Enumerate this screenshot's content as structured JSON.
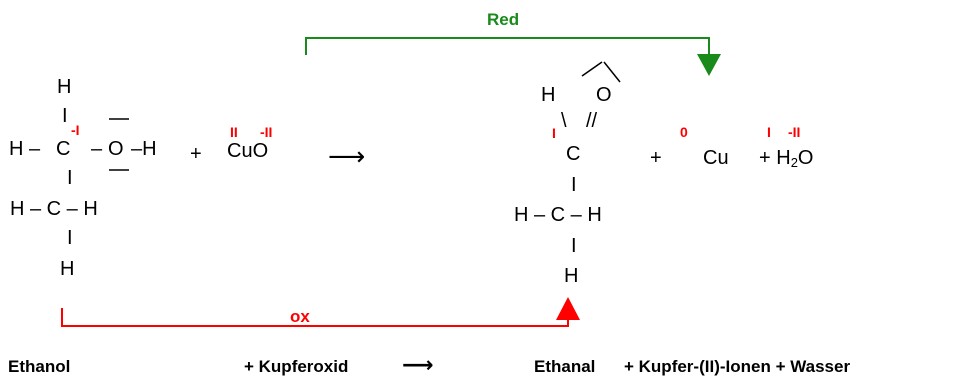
{
  "colors": {
    "reduction": "#1a8a1a",
    "oxidation": "#ff0000",
    "text": "#000000"
  },
  "reduction_label": "Red",
  "oxidation_label": "ox",
  "ethanol": {
    "h_top": "H",
    "row1_left": "H –",
    "c1": "C",
    "c1_ox": "-I",
    "dash": "–",
    "o": "O",
    "h_right": "–H",
    "row2": "H – C – H",
    "h_bottom": "H",
    "bond": "I"
  },
  "plus1": "+",
  "cuo": {
    "formula": "CuO",
    "cu_ox": "II",
    "o_ox": "-II"
  },
  "arrow": "⟶",
  "ethanal": {
    "h_left": "H",
    "o": "O",
    "single_bond": "\\",
    "double_bond": "//",
    "c_ox": "I",
    "c": "C",
    "bond": "I",
    "row": "H – C – H",
    "h_bottom": "H"
  },
  "plus2": "+",
  "cu": {
    "symbol": "Cu",
    "ox": "0",
    "ox_right": "I",
    "ox_right2": "-II"
  },
  "water": {
    "prefix": "+ H",
    "sub": "2",
    "suffix": "O"
  },
  "labels": {
    "ethanol": "Ethanol",
    "kupferoxid": "+ Kupferoxid",
    "arrow": "⟶",
    "ethanal": "Ethanal",
    "rest": "+  Kupfer-(II)-Ionen + Wasser"
  }
}
